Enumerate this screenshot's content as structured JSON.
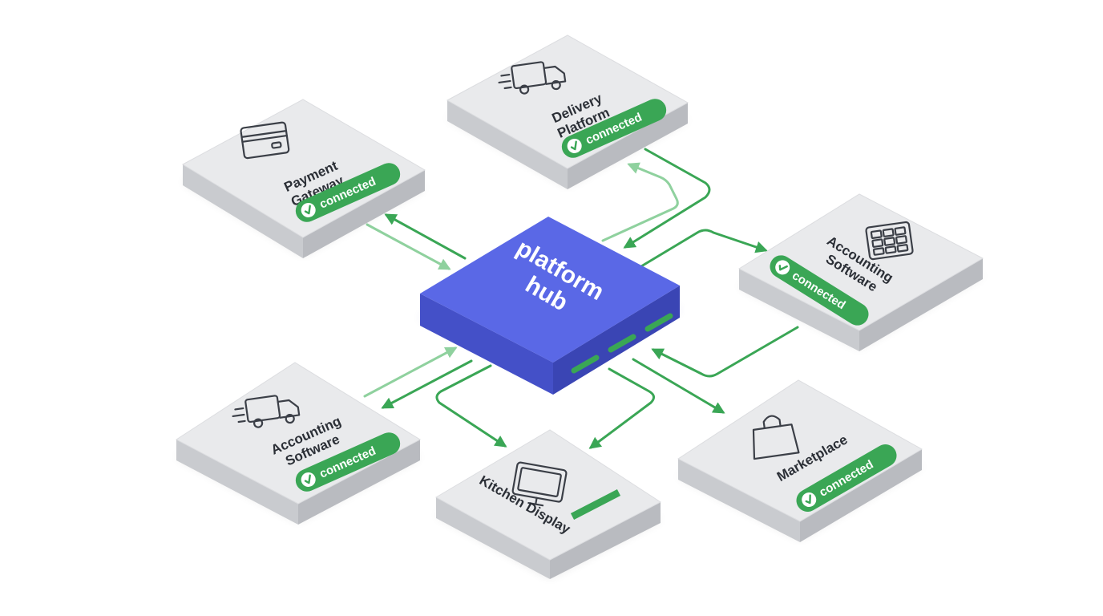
{
  "hub": {
    "title_line1": "platform",
    "title_line2": "hub"
  },
  "nodes": [
    {
      "id": "payment-gateway",
      "icon": "credit-card-icon",
      "label_line1": "Payment",
      "label_line2": "Gateway",
      "status": "connected"
    },
    {
      "id": "delivery-platform",
      "icon": "delivery-truck-icon",
      "label_line1": "Delivery",
      "label_line2": "Platform",
      "status": "connected"
    },
    {
      "id": "accounting-software-right",
      "icon": "calculator-icon",
      "label_line1": "Accounting",
      "label_line2": "Software",
      "status": "connected"
    },
    {
      "id": "accounting-software-left",
      "icon": "delivery-truck-icon",
      "label_line1": "Accounting",
      "label_line2": "Software",
      "status": "connected"
    },
    {
      "id": "kitchen-display",
      "icon": "monitor-icon",
      "label_line1": "Kitchen Display",
      "label_line2": "",
      "status": ""
    },
    {
      "id": "marketplace",
      "icon": "shopping-bag-icon",
      "label_line1": "Marketplace",
      "label_line2": "",
      "status": "connected"
    }
  ],
  "colors": {
    "hub_top": "#5a68e6",
    "hub_side_left": "#4450c8",
    "hub_side_right": "#3a45b4",
    "node_top": "#e9eaec",
    "node_side": "#c9cbcf",
    "status_green": "#3aa655",
    "arrow_green": "#3aa655",
    "arrow_light_green": "#8fd19e"
  }
}
